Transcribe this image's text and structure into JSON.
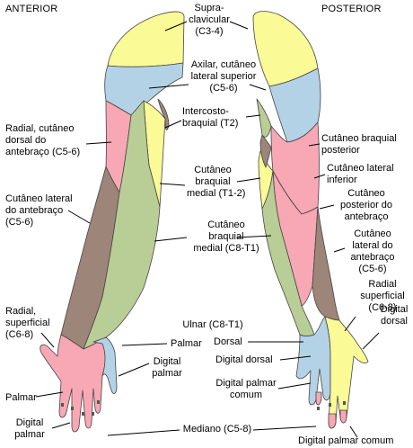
{
  "headers": {
    "anterior": "ANTERIOR",
    "posterior": "POSTERIOR"
  },
  "colors": {
    "yellow": "#fafa96",
    "blue": "#b4d2e6",
    "pink": "#f7a8b4",
    "green": "#b9cd96",
    "brown": "#9d857a",
    "outline": "#444444"
  },
  "labels": {
    "supraclavicular": "Supra-\nclavicular\n(C3-4)",
    "axilar": "Axilar, cutâneo\nlateral superior\n(C5-6)",
    "radial_dorsal": "Radial, cutâneo\ndorsal do\nantebraço (C5-6)",
    "intercostobraquial": "Intercosto-\nbraquial (T2)",
    "cut_braq_post": "Cutâneo braquial\nposterior",
    "cut_lat_inf": "Cutâneo lateral\ninferior",
    "cut_braq_med_t12": "Cutâneo\nbraquial\nmedial (T1-2)",
    "cut_post_antebraco": "Cutâneo\nposterior do\nantebraço",
    "cut_lat_antebraco_ant": "Cutâneo lateral\ndo antebraço\n(C5-6)",
    "cut_braq_med_c8t1": "Cutâneo\nbraquial\nmedial (C8-T1)",
    "cut_lat_antebraco_post": "Cutâneo\nlateral do\nantebraço\n(C5-6)",
    "radial_sup_ant": "Radial,\nsuperficial\n(C6-8)",
    "radial_sup_post": "Radial\nsuperficial\n(C6-8)",
    "ulnar": "Ulnar (C8-T1)",
    "palmar_mid": "Palmar",
    "dorsal_mid": "Dorsal",
    "digital_dorsal_right": "Digital\ndorsal",
    "digital_palmar_mid": "Digital\npalmar",
    "digital_dorsal_mid": "Digital dorsal",
    "palmar_left": "Palmar",
    "digital_palmar_comum_mid": "Digital palmar\ncomum",
    "digital_palmar_left": "Digital\npalmar",
    "mediano": "Mediano (C5-8)",
    "digital_palmar_comum_bottom": "Digital palmar comum"
  }
}
